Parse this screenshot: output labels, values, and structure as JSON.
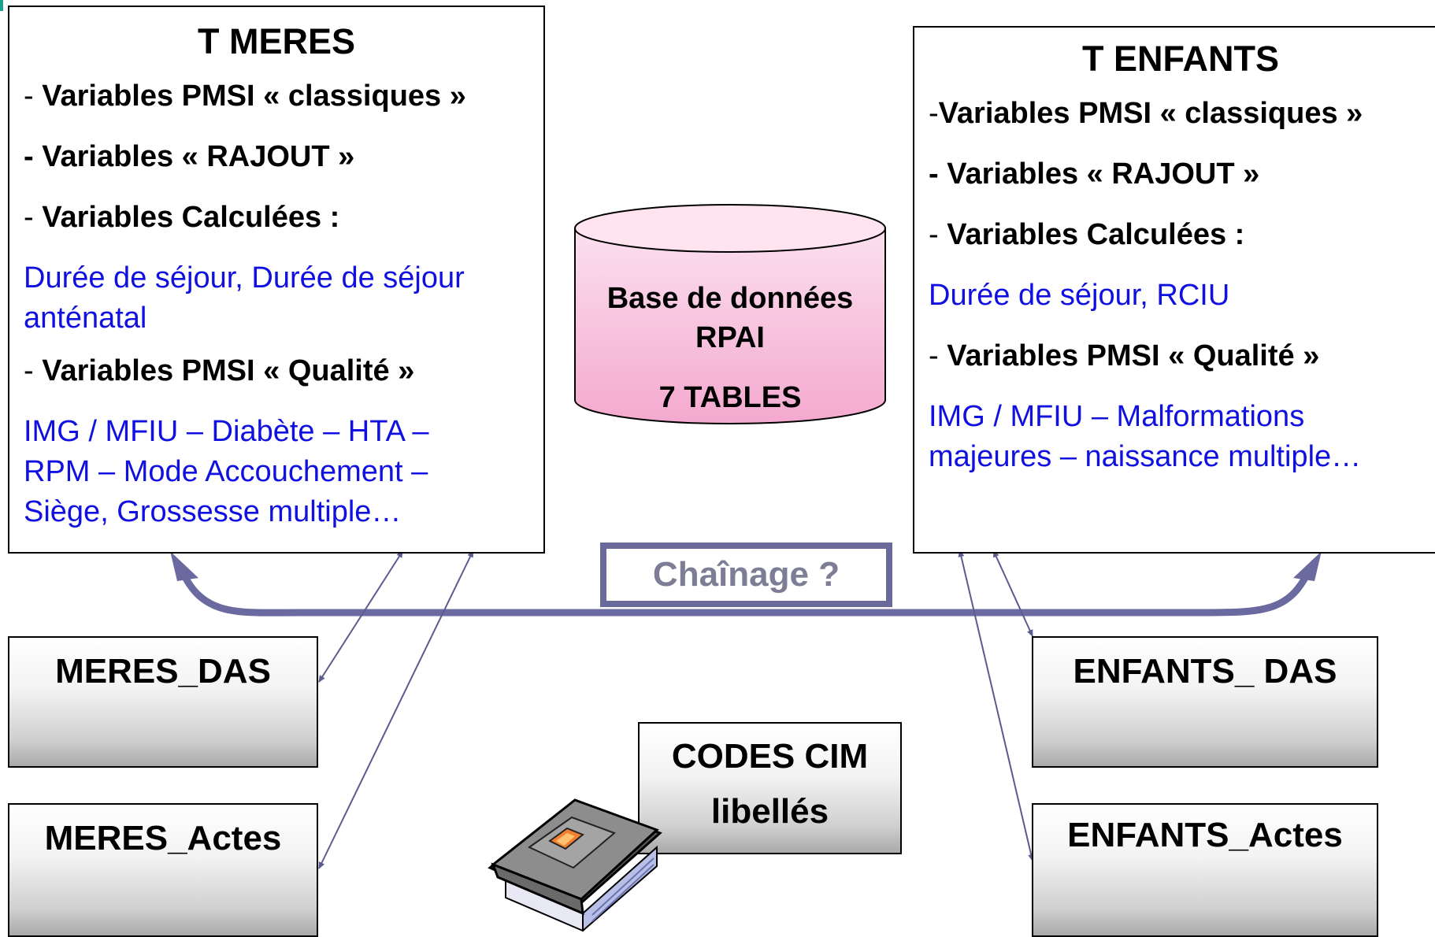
{
  "t_meres": {
    "title": "T MERES",
    "line1_dash": "- ",
    "line1": "Variables PMSI « classiques »",
    "line2": "- Variables « RAJOUT »",
    "line3_dash": "- ",
    "line3": "Variables Calculées :",
    "calc_values_1": "Durée de séjour, Durée de séjour",
    "calc_values_2": "anténatal",
    "line4_dash": "- ",
    "line4": "Variables PMSI « Qualité »",
    "qual_values_1": "IMG / MFIU – Diabète – HTA –",
    "qual_values_2": "RPM – Mode Accouchement –",
    "qual_values_3": "Siège, Grossesse multiple…"
  },
  "t_enfants": {
    "title": "T ENFANTS",
    "line1_dash": "-",
    "line1": "Variables PMSI « classiques »",
    "line2": "- Variables « RAJOUT »",
    "line3_dash": "- ",
    "line3": "Variables Calculées :",
    "calc_values_1": "Durée de séjour, RCIU",
    "line4_dash": "- ",
    "line4": "Variables PMSI « Qualité »",
    "qual_values_1": "IMG / MFIU – Malformations",
    "qual_values_2": "majeures – naissance multiple…"
  },
  "database": {
    "line1": "Base de données",
    "line2": "RPAI",
    "line3": "7 TABLES"
  },
  "chainage_label": "Chaînage ?",
  "tables": {
    "meres_das": "MERES_DAS",
    "meres_actes": "MERES_Actes",
    "enfants_das": "ENFANTS_ DAS",
    "enfants_actes": "ENFANTS_Actes",
    "codes_cim_1": "CODES CIM",
    "codes_cim_2": "libellés"
  },
  "colors": {
    "blue_text": "#1010e0",
    "arrow": "#5b5b8f",
    "chainage_border": "#6a6a9a",
    "db_fill": "#f7c3dc",
    "db_top": "#ffe4f0"
  }
}
